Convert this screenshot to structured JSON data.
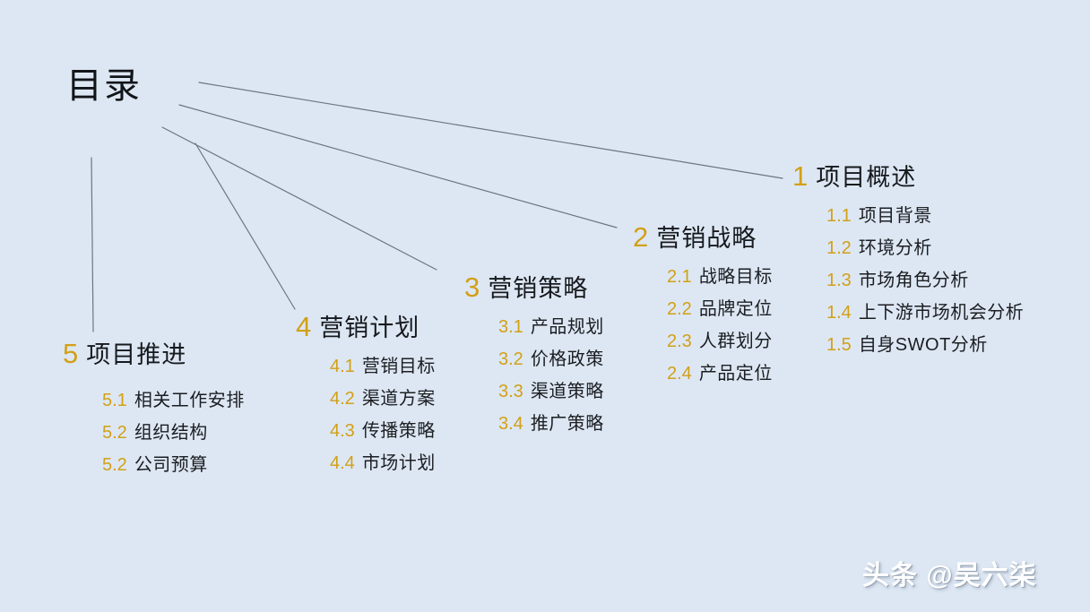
{
  "slide": {
    "title": "目录",
    "background_color": "#dde7f3",
    "accent_color": "#d2a017",
    "text_color": "#16191d",
    "connector_color": "#6d757e"
  },
  "sections": [
    {
      "number": "1",
      "title": "项目概述",
      "items": [
        {
          "number": "1.1",
          "text": "项目背景"
        },
        {
          "number": "1.2",
          "text": "环境分析"
        },
        {
          "number": "1.3",
          "text": "市场角色分析"
        },
        {
          "number": "1.4",
          "text": "上下游市场机会分析"
        },
        {
          "number": "1.5",
          "text": "自身SWOT分析"
        }
      ]
    },
    {
      "number": "2",
      "title": "营销战略",
      "items": [
        {
          "number": "2.1",
          "text": "战略目标"
        },
        {
          "number": "2.2",
          "text": "品牌定位"
        },
        {
          "number": "2.3",
          "text": "人群划分"
        },
        {
          "number": "2.4",
          "text": "产品定位"
        }
      ]
    },
    {
      "number": "3",
      "title": "营销策略",
      "items": [
        {
          "number": "3.1",
          "text": "产品规划"
        },
        {
          "number": "3.2",
          "text": "价格政策"
        },
        {
          "number": "3.3",
          "text": "渠道策略"
        },
        {
          "number": "3.4",
          "text": "推广策略"
        }
      ]
    },
    {
      "number": "4",
      "title": "营销计划",
      "items": [
        {
          "number": "4.1",
          "text": "营销目标"
        },
        {
          "number": "4.2",
          "text": "渠道方案"
        },
        {
          "number": "4.3",
          "text": "传播策略"
        },
        {
          "number": "4.4",
          "text": "市场计划"
        }
      ]
    },
    {
      "number": "5",
      "title": "项目推进",
      "items": [
        {
          "number": "5.1",
          "text": "相关工作安排"
        },
        {
          "number": "5.2",
          "text": "组织结构"
        },
        {
          "number": "5.2",
          "text": "公司预算"
        }
      ]
    }
  ],
  "watermark": {
    "text": "头条 @吴六柒"
  }
}
